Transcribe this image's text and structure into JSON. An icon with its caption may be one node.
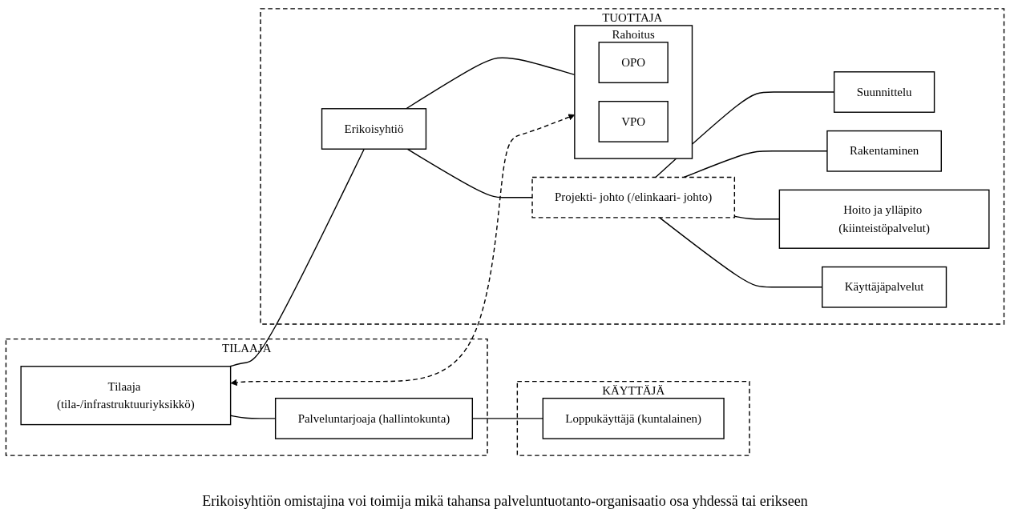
{
  "diagram": {
    "nodes": [
      {
        "text": [
          "TILAAJA"
        ]
      },
      {
        "text": [
          "Tilaaja (tila-/infrastruktuuriyksikkö)"
        ],
        "in": 0
      },
      {
        "text": [
          "Palveluntarjoaja (hallintokunta)"
        ],
        "in": 0
      },
      {
        "text": [
          "KÄYTTÄJÄ"
        ]
      },
      {
        "text": [
          "Loppukäyttäjä (kuntalainen)"
        ],
        "in": 3
      },
      {
        "text": [
          "TUOTTAJA"
        ]
      },
      {
        "text": [
          "Erikoisyhtiö"
        ],
        "in": 5
      },
      {
        "text": [
          "Projekti- johto (/elinkaari- johto)"
        ],
        "in": 5
      },
      {
        "text": [
          "Suunnittelu"
        ],
        "in": 5
      },
      {
        "text": [
          "Rakentaminen"
        ],
        "in": 5
      },
      {
        "text": [
          "Hoito ja ylläpito (kiinteistöpalvelut)"
        ],
        "in": 5
      },
      {
        "text": [
          "Käyttäjäpalvelut"
        ],
        "in": 5
      },
      {
        "text": [
          "Rahoitus"
        ],
        "in": 5
      },
      {
        "text": [
          "OPO"
        ],
        "in": 12
      },
      {
        "text": [
          "VPO"
        ],
        "in": 12
      }
    ],
    "edges": [
      {
        "from": 1,
        "to": 2,
        "arrow": "none"
      },
      {
        "from": 2,
        "to": 4,
        "arrow": "none"
      },
      {
        "from": 1,
        "to": 6,
        "arrow": "none"
      },
      {
        "from": 1,
        "to": 12,
        "arrow": "both",
        "style": "dashed"
      },
      {
        "from": 6,
        "to": 12,
        "arrow": "none"
      },
      {
        "from": 6,
        "to": 7,
        "arrow": "none"
      },
      {
        "from": 7,
        "to": 8,
        "arrow": "none"
      },
      {
        "from": 7,
        "to": 9,
        "arrow": "none"
      },
      {
        "from": 7,
        "to": 10,
        "arrow": "none"
      },
      {
        "from": 7,
        "to": 11,
        "arrow": "none"
      }
    ],
    "labels": [
      "Erikoisyhtiön omistajina voi toimija mikä tahansa palveluntuotanto-organisaatio osa yhdessä tai erikseen"
    ]
  }
}
